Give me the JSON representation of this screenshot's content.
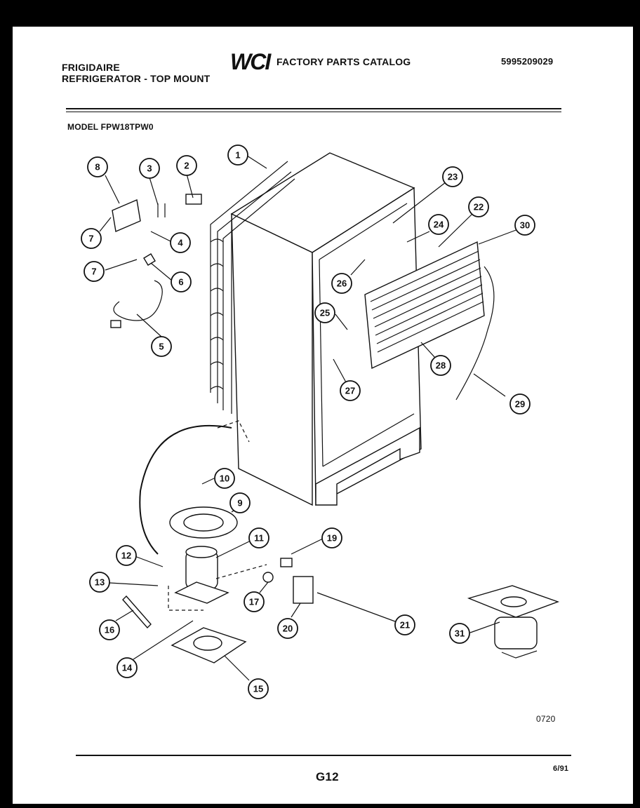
{
  "header": {
    "brand": "FRIGIDAIRE",
    "product": "REFRIGERATOR - TOP MOUNT",
    "logo": "WCI",
    "catalog_title": "FACTORY PARTS CATALOG",
    "catalog_number": "5995209029"
  },
  "model_label": "MODEL FPW18TPW0",
  "callouts": [
    {
      "id": "1",
      "label": "1"
    },
    {
      "id": "2",
      "label": "2"
    },
    {
      "id": "3",
      "label": "3"
    },
    {
      "id": "8",
      "label": "8"
    },
    {
      "id": "7a",
      "label": "7"
    },
    {
      "id": "4",
      "label": "4"
    },
    {
      "id": "7b",
      "label": "7"
    },
    {
      "id": "6",
      "label": "6"
    },
    {
      "id": "5",
      "label": "5"
    },
    {
      "id": "23",
      "label": "23"
    },
    {
      "id": "22",
      "label": "22"
    },
    {
      "id": "24",
      "label": "24"
    },
    {
      "id": "30",
      "label": "30"
    },
    {
      "id": "26",
      "label": "26"
    },
    {
      "id": "25",
      "label": "25"
    },
    {
      "id": "27",
      "label": "27"
    },
    {
      "id": "28",
      "label": "28"
    },
    {
      "id": "29",
      "label": "29"
    },
    {
      "id": "10",
      "label": "10"
    },
    {
      "id": "9",
      "label": "9"
    },
    {
      "id": "11",
      "label": "11"
    },
    {
      "id": "19",
      "label": "19"
    },
    {
      "id": "12",
      "label": "12"
    },
    {
      "id": "13",
      "label": "13"
    },
    {
      "id": "17",
      "label": "17"
    },
    {
      "id": "16",
      "label": "16"
    },
    {
      "id": "20",
      "label": "20"
    },
    {
      "id": "21",
      "label": "21"
    },
    {
      "id": "31",
      "label": "31"
    },
    {
      "id": "14",
      "label": "14"
    },
    {
      "id": "15",
      "label": "15"
    }
  ],
  "ref_number": "0720",
  "footer": {
    "page_code": "G12",
    "date": "6/91"
  }
}
